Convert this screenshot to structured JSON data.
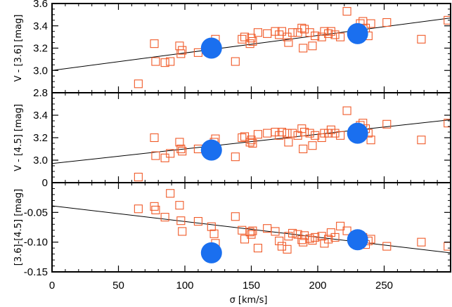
{
  "chart_data": [
    {
      "type": "scatter",
      "ylabel": "V - [3.6] [mag]",
      "xlim": [
        0,
        300
      ],
      "ylim": [
        2.8,
        3.6
      ],
      "yticks": [
        "2.8",
        "3.0",
        "3.2",
        "3.4",
        "3.6"
      ],
      "xticks_labeled": false,
      "series": [
        {
          "marker": "open-square",
          "color": "#f05a28",
          "points": [
            [
              65,
              2.88
            ],
            [
              77,
              3.24
            ],
            [
              78,
              3.08
            ],
            [
              85,
              3.07
            ],
            [
              89,
              3.08
            ],
            [
              96,
              3.22
            ],
            [
              97,
              3.15
            ],
            [
              98,
              3.18
            ],
            [
              110,
              3.16
            ],
            [
              120,
              3.21
            ],
            [
              122,
              3.22
            ],
            [
              123,
              3.28
            ],
            [
              138,
              3.08
            ],
            [
              143,
              3.28
            ],
            [
              145,
              3.3
            ],
            [
              149,
              3.24
            ],
            [
              150,
              3.29
            ],
            [
              151,
              3.26
            ],
            [
              155,
              3.34
            ],
            [
              162,
              3.33
            ],
            [
              168,
              3.35
            ],
            [
              171,
              3.32
            ],
            [
              173,
              3.35
            ],
            [
              177,
              3.3
            ],
            [
              178,
              3.25
            ],
            [
              181,
              3.34
            ],
            [
              185,
              3.34
            ],
            [
              188,
              3.38
            ],
            [
              189,
              3.2
            ],
            [
              190,
              3.37
            ],
            [
              194,
              3.34
            ],
            [
              196,
              3.22
            ],
            [
              198,
              3.31
            ],
            [
              203,
              3.3
            ],
            [
              205,
              3.35
            ],
            [
              208,
              3.33
            ],
            [
              210,
              3.35
            ],
            [
              213,
              3.32
            ],
            [
              217,
              3.3
            ],
            [
              222,
              3.53
            ],
            [
              230,
              3.36
            ],
            [
              232,
              3.42
            ],
            [
              234,
              3.44
            ],
            [
              236,
              3.38
            ],
            [
              238,
              3.31
            ],
            [
              240,
              3.42
            ],
            [
              252,
              3.43
            ],
            [
              278,
              3.28
            ],
            [
              298,
              3.45
            ]
          ]
        },
        {
          "marker": "filled-circle",
          "color": "#1a6fef",
          "points": [
            [
              120,
              3.2
            ],
            [
              230,
              3.33
            ]
          ]
        }
      ],
      "fit_line": [
        [
          0,
          3.0
        ],
        [
          300,
          3.47
        ]
      ]
    },
    {
      "type": "scatter",
      "ylabel": "V - [4.5] [mag]",
      "xlim": [
        0,
        300
      ],
      "ylim": [
        2.8,
        3.6
      ],
      "yticks": [
        "3.0",
        "3.2",
        "3.4"
      ],
      "xticks_labeled": false,
      "series": [
        {
          "marker": "open-square",
          "color": "#f05a28",
          "points": [
            [
              65,
              2.85
            ],
            [
              77,
              3.2
            ],
            [
              78,
              3.04
            ],
            [
              85,
              3.02
            ],
            [
              89,
              3.06
            ],
            [
              96,
              3.16
            ],
            [
              97,
              3.1
            ],
            [
              98,
              3.08
            ],
            [
              110,
              3.1
            ],
            [
              120,
              3.13
            ],
            [
              122,
              3.16
            ],
            [
              123,
              3.19
            ],
            [
              138,
              3.03
            ],
            [
              143,
              3.2
            ],
            [
              145,
              3.21
            ],
            [
              149,
              3.16
            ],
            [
              150,
              3.18
            ],
            [
              151,
              3.15
            ],
            [
              155,
              3.23
            ],
            [
              162,
              3.24
            ],
            [
              168,
              3.25
            ],
            [
              171,
              3.22
            ],
            [
              173,
              3.25
            ],
            [
              177,
              3.24
            ],
            [
              178,
              3.16
            ],
            [
              181,
              3.24
            ],
            [
              185,
              3.22
            ],
            [
              188,
              3.28
            ],
            [
              189,
              3.1
            ],
            [
              190,
              3.25
            ],
            [
              194,
              3.24
            ],
            [
              196,
              3.13
            ],
            [
              198,
              3.22
            ],
            [
              203,
              3.2
            ],
            [
              205,
              3.24
            ],
            [
              208,
              3.24
            ],
            [
              210,
              3.27
            ],
            [
              213,
              3.24
            ],
            [
              217,
              3.22
            ],
            [
              222,
              3.44
            ],
            [
              230,
              3.27
            ],
            [
              232,
              3.31
            ],
            [
              234,
              3.33
            ],
            [
              236,
              3.28
            ],
            [
              238,
              3.24
            ],
            [
              240,
              3.18
            ],
            [
              252,
              3.32
            ],
            [
              278,
              3.18
            ],
            [
              298,
              3.33
            ]
          ]
        },
        {
          "marker": "filled-circle",
          "color": "#1a6fef",
          "points": [
            [
              120,
              3.09
            ],
            [
              230,
              3.24
            ]
          ]
        }
      ],
      "fit_line": [
        [
          0,
          2.97
        ],
        [
          300,
          3.36
        ]
      ]
    },
    {
      "type": "scatter",
      "ylabel": "[3.6]-[4.5] [mag]",
      "xlabel": "σ [km/s]",
      "xlim": [
        0,
        300
      ],
      "ylim": [
        -0.15,
        0
      ],
      "yticks": [
        "0",
        "-0.05",
        "-0.10",
        "-0.15"
      ],
      "xticks": [
        "0",
        "50",
        "100",
        "150",
        "200",
        "250"
      ],
      "xticks_labeled": true,
      "series": [
        {
          "marker": "open-square",
          "color": "#f05a28",
          "points": [
            [
              65,
              -0.044
            ],
            [
              77,
              -0.04
            ],
            [
              78,
              -0.046
            ],
            [
              85,
              -0.058
            ],
            [
              89,
              -0.018
            ],
            [
              96,
              -0.038
            ],
            [
              97,
              -0.064
            ],
            [
              98,
              -0.082
            ],
            [
              110,
              -0.065
            ],
            [
              120,
              -0.074
            ],
            [
              122,
              -0.086
            ],
            [
              123,
              -0.102
            ],
            [
              138,
              -0.057
            ],
            [
              143,
              -0.08
            ],
            [
              145,
              -0.095
            ],
            [
              149,
              -0.083
            ],
            [
              150,
              -0.087
            ],
            [
              151,
              -0.081
            ],
            [
              155,
              -0.11
            ],
            [
              162,
              -0.077
            ],
            [
              168,
              -0.082
            ],
            [
              171,
              -0.098
            ],
            [
              173,
              -0.107
            ],
            [
              177,
              -0.112
            ],
            [
              178,
              -0.09
            ],
            [
              181,
              -0.085
            ],
            [
              185,
              -0.087
            ],
            [
              188,
              -0.096
            ],
            [
              189,
              -0.1
            ],
            [
              190,
              -0.089
            ],
            [
              194,
              -0.094
            ],
            [
              196,
              -0.097
            ],
            [
              198,
              -0.092
            ],
            [
              203,
              -0.09
            ],
            [
              205,
              -0.102
            ],
            [
              208,
              -0.095
            ],
            [
              210,
              -0.084
            ],
            [
              213,
              -0.092
            ],
            [
              217,
              -0.073
            ],
            [
              222,
              -0.081
            ],
            [
              230,
              -0.1
            ],
            [
              232,
              -0.094
            ],
            [
              234,
              -0.092
            ],
            [
              236,
              -0.104
            ],
            [
              238,
              -0.098
            ],
            [
              240,
              -0.095
            ],
            [
              252,
              -0.107
            ],
            [
              278,
              -0.1
            ],
            [
              298,
              -0.107
            ]
          ]
        },
        {
          "marker": "filled-circle",
          "color": "#1a6fef",
          "points": [
            [
              120,
              -0.118
            ],
            [
              230,
              -0.096
            ]
          ]
        }
      ],
      "fit_line": [
        [
          0,
          -0.039
        ],
        [
          300,
          -0.118
        ]
      ]
    }
  ]
}
